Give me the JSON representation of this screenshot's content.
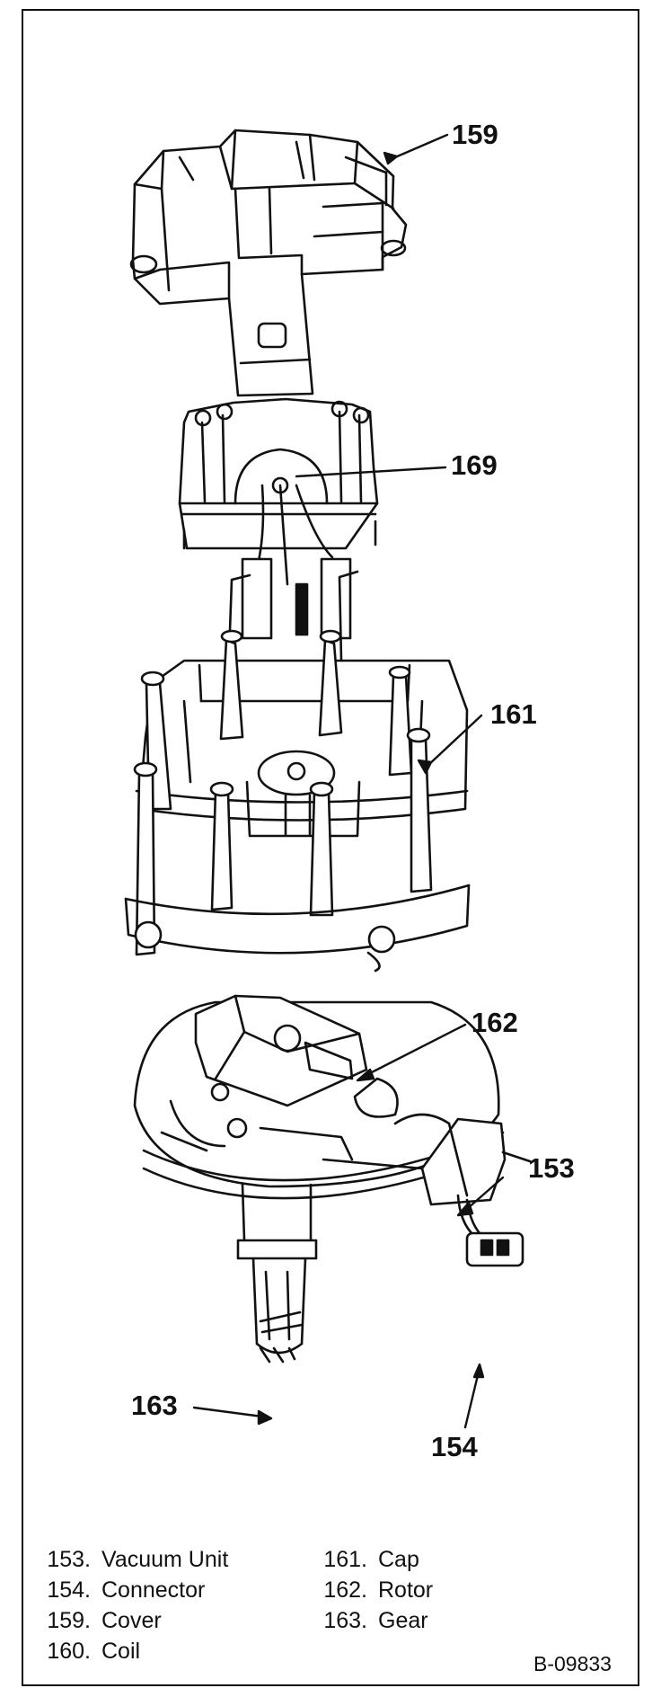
{
  "callouts": {
    "c159": "159",
    "c169": "169",
    "c161": "161",
    "c162": "162",
    "c153": "153",
    "c163": "163",
    "c154": "154"
  },
  "legend": {
    "left": [
      {
        "num": "153.",
        "label": "Vacuum Unit"
      },
      {
        "num": "154.",
        "label": "Connector"
      },
      {
        "num": "159.",
        "label": "Cover"
      },
      {
        "num": "160.",
        "label": "Coil"
      }
    ],
    "right": [
      {
        "num": "161.",
        "label": "Cap"
      },
      {
        "num": "162.",
        "label": "Rotor"
      },
      {
        "num": "163.",
        "label": "Gear"
      }
    ]
  },
  "figure_id": "B-09833"
}
